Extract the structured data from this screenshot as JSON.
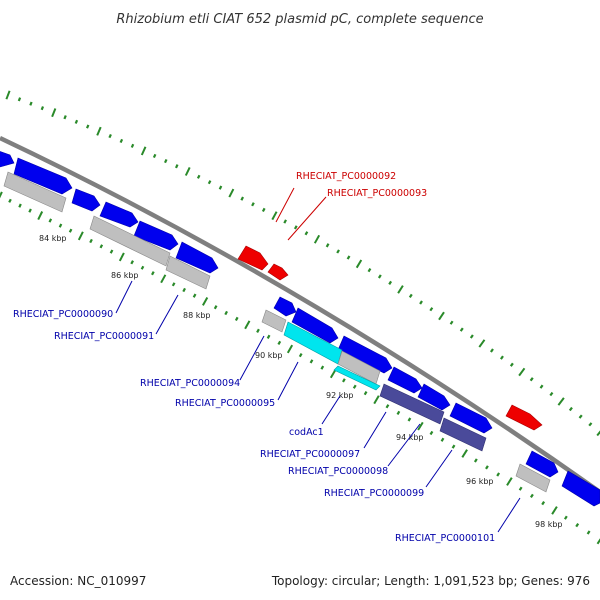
{
  "header": {
    "title": "Rhizobium etli CIAT 652 plasmid pC, complete sequence"
  },
  "footer": {
    "accession": "Accession: NC_010997",
    "summary": "Topology: circular; Length: 1,091,523 bp; Genes: 976"
  },
  "colors": {
    "forward_cds": "#0000ee",
    "reverse_cds": "#ee0000",
    "other_gene": "#bfbfbf",
    "highlight_gene": "#00e5ee",
    "dark_gene": "#4a4a9a",
    "backbone": "#7f7f7f",
    "ticks": "#2a8a2a"
  },
  "kbp_ticks": [
    "84 kbp",
    "86 kbp",
    "88 kbp",
    "90 kbp",
    "92 kbp",
    "94 kbp",
    "96 kbp",
    "98 kbp"
  ],
  "gene_labels": [
    {
      "id": "lbl-rheciat-pc0000092",
      "text": "RHECIAT_PC0000092",
      "color": "red"
    },
    {
      "id": "lbl-rheciat-pc0000093",
      "text": "RHECIAT_PC0000093",
      "color": "red"
    },
    {
      "id": "lbl-rheciat-pc0000090",
      "text": "RHECIAT_PC0000090",
      "color": "blue"
    },
    {
      "id": "lbl-rheciat-pc0000091",
      "text": "RHECIAT_PC0000091",
      "color": "blue"
    },
    {
      "id": "lbl-rheciat-pc0000094",
      "text": "RHECIAT_PC0000094",
      "color": "blue"
    },
    {
      "id": "lbl-rheciat-pc0000095",
      "text": "RHECIAT_PC0000095",
      "color": "blue"
    },
    {
      "id": "lbl-codac1",
      "text": "codAc1",
      "color": "blue"
    },
    {
      "id": "lbl-rheciat-pc0000097",
      "text": "RHECIAT_PC0000097",
      "color": "blue"
    },
    {
      "id": "lbl-rheciat-pc0000098",
      "text": "RHECIAT_PC0000098",
      "color": "blue"
    },
    {
      "id": "lbl-rheciat-pc0000099",
      "text": "RHECIAT_PC0000099",
      "color": "blue"
    },
    {
      "id": "lbl-rheciat-pc0000101",
      "text": "RHECIAT_PC0000101",
      "color": "blue"
    }
  ]
}
